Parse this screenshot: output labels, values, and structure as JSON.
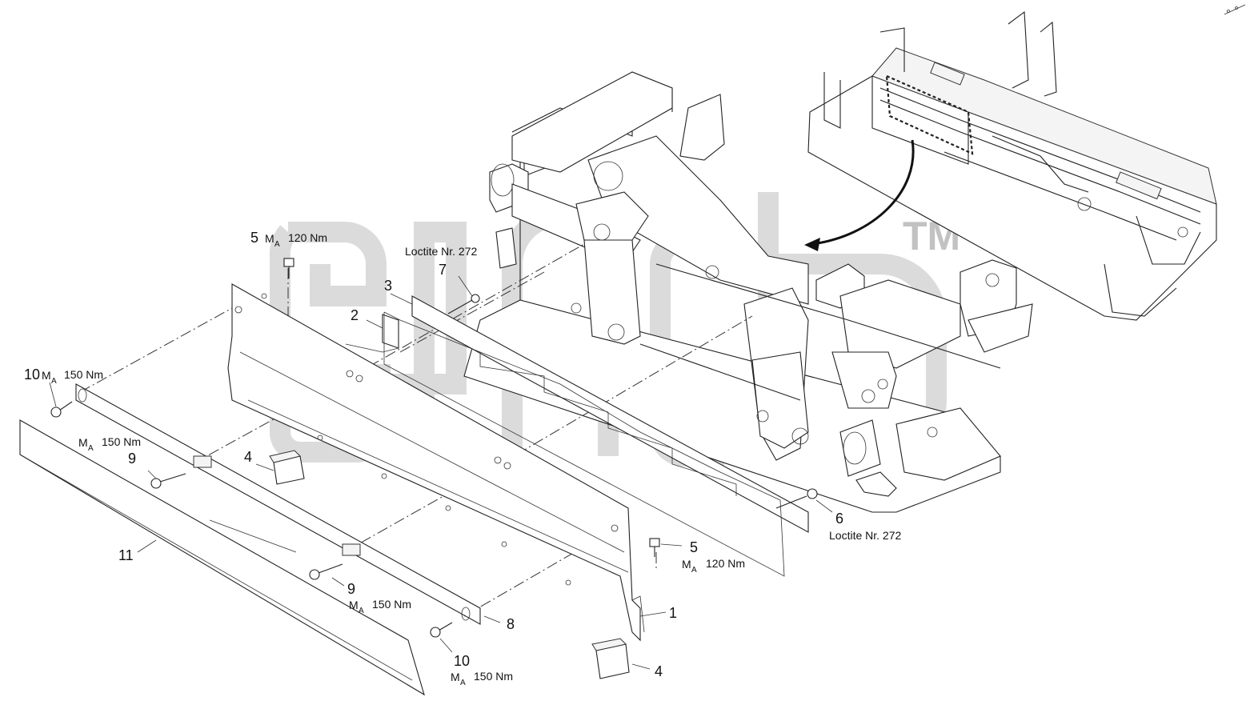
{
  "watermark": {
    "trademark": "TM"
  },
  "callouts": [
    {
      "id": "c1",
      "num": "1"
    },
    {
      "id": "c2",
      "num": "2"
    },
    {
      "id": "c3",
      "num": "3"
    },
    {
      "id": "c4a",
      "num": "4"
    },
    {
      "id": "c4b",
      "num": "4"
    },
    {
      "id": "c5a",
      "num": "5",
      "torque": "M",
      "sub": "A",
      "value": "120 Nm"
    },
    {
      "id": "c5b",
      "num": "5",
      "torque": "M",
      "sub": "A",
      "value": "120 Nm"
    },
    {
      "id": "c6",
      "num": "6",
      "note": "Loctite Nr. 272"
    },
    {
      "id": "c7",
      "num": "7",
      "note": "Loctite Nr. 272"
    },
    {
      "id": "c8",
      "num": "8"
    },
    {
      "id": "c9a",
      "num": "9",
      "torque": "M",
      "sub": "A",
      "value": "150 Nm"
    },
    {
      "id": "c9b",
      "num": "9",
      "torque": "M",
      "sub": "A",
      "value": "150 Nm"
    },
    {
      "id": "c10a",
      "num": "10",
      "torque": "M",
      "sub": "A",
      "value": "150 Nm"
    },
    {
      "id": "c10b",
      "num": "10",
      "torque": "M",
      "sub": "A",
      "value": "150 Nm"
    },
    {
      "id": "c11",
      "num": "11"
    }
  ]
}
